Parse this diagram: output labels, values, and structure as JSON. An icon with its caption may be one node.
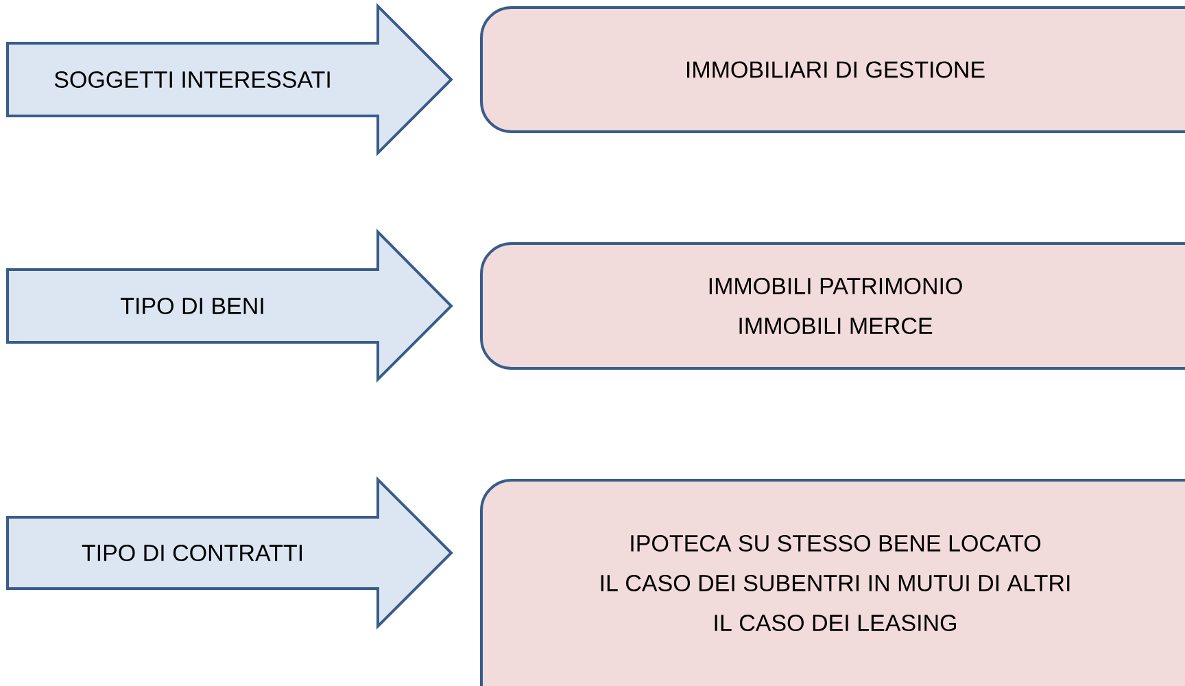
{
  "diagram": {
    "nodes": [
      {
        "text": [
          "SOGGETTI INTERESSATI"
        ]
      },
      {
        "text": [
          "IMMOBILIARI DI GESTIONE"
        ]
      },
      {
        "text": [
          "TIPO DI BENI"
        ]
      },
      {
        "text": [
          "IMMOBILI PATRIMONIO",
          "IMMOBILI MERCE"
        ]
      },
      {
        "text": [
          "TIPO DI CONTRATTI"
        ]
      },
      {
        "text": [
          "IPOTECA SU STESSO BENE LOCATO",
          "IL CASO DEI SUBENTRI IN MUTUI DI ALTRI",
          "IL CASO DEI LEASING"
        ]
      }
    ]
  }
}
